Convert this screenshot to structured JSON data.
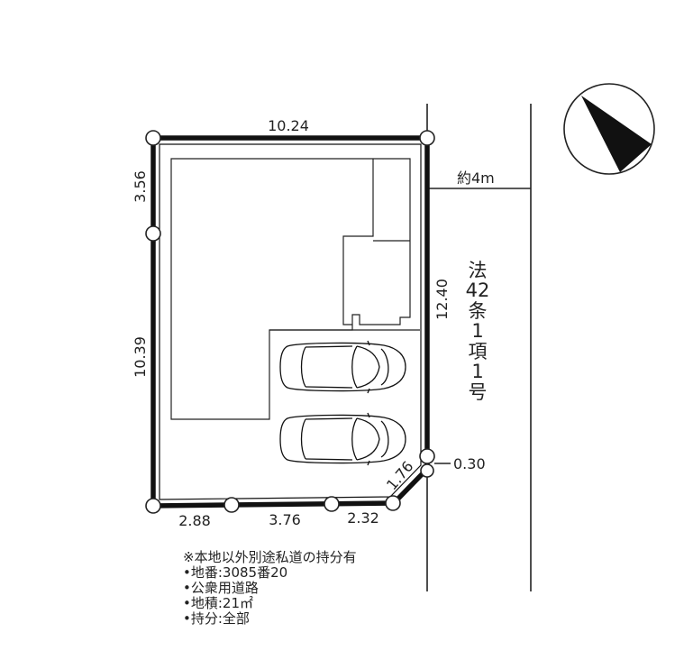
{
  "dimensions": {
    "top": "10.24",
    "left_upper": "3.56",
    "left_lower": "10.39",
    "right": "12.40",
    "bottom_1": "2.88",
    "bottom_2": "3.76",
    "bottom_3": "2.32",
    "corner": "1.76",
    "offset": "0.30"
  },
  "road": {
    "width_label": "約4m",
    "designation_chars": [
      "法",
      "42",
      "条",
      "1",
      "項",
      "1",
      "号"
    ]
  },
  "notes": [
    "※本地以外別途私道の持分有",
    "•地番:3085番20",
    "•公衆用道路",
    "•地積:21㎡",
    "•持分:全部"
  ],
  "icons": {
    "north": "north-arrow-icon",
    "car": "car-icon"
  }
}
